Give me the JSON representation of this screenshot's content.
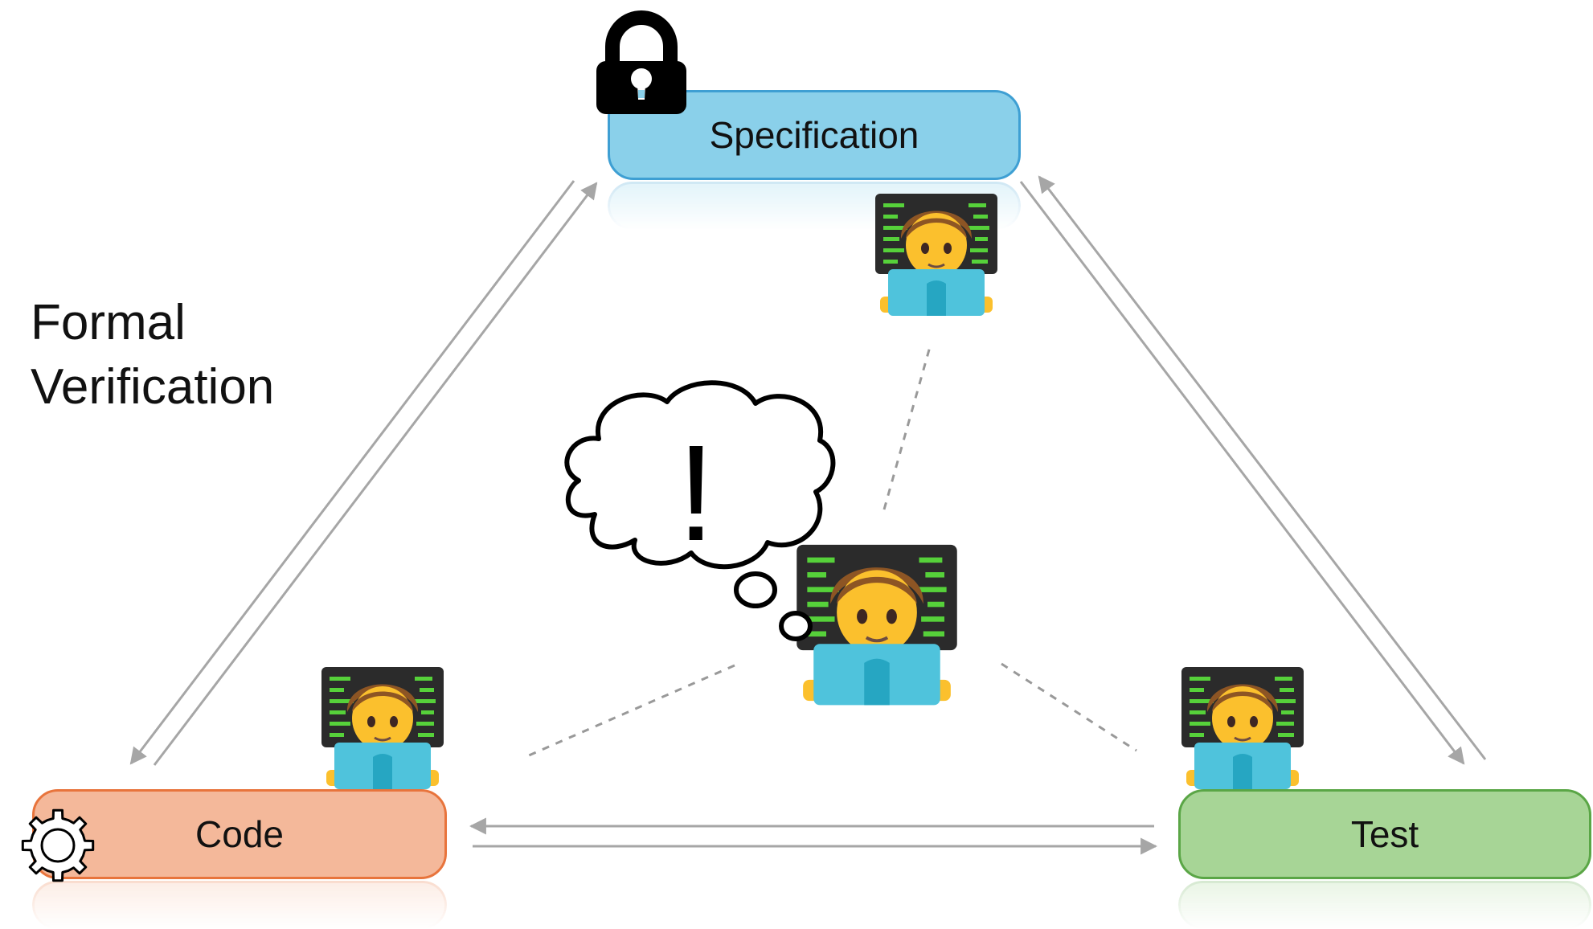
{
  "nodes": {
    "specification": {
      "label": "Specification",
      "fill": "#8ad0ea",
      "border": "#3e9fd3"
    },
    "code": {
      "label": "Code",
      "fill": "#f4b89a",
      "border": "#e8743c"
    },
    "test": {
      "label": "Test",
      "fill": "#a7d596",
      "border": "#5aa646"
    }
  },
  "side_label": {
    "line1": "Formal",
    "line2": "Verification"
  },
  "thought_bubble": {
    "symbol": "!"
  },
  "colors": {
    "arrow": "#a6a6a6",
    "dashed": "#999999",
    "person_skin": "#fbc02d",
    "hair": "#8d5524",
    "laptop": "#4fc3dc",
    "screen": "#2b2b2b",
    "code_lines": "#56d13a"
  },
  "icons": {
    "lock": "lock-icon",
    "gear": "gear-icon",
    "developer": "technologist-icon"
  }
}
